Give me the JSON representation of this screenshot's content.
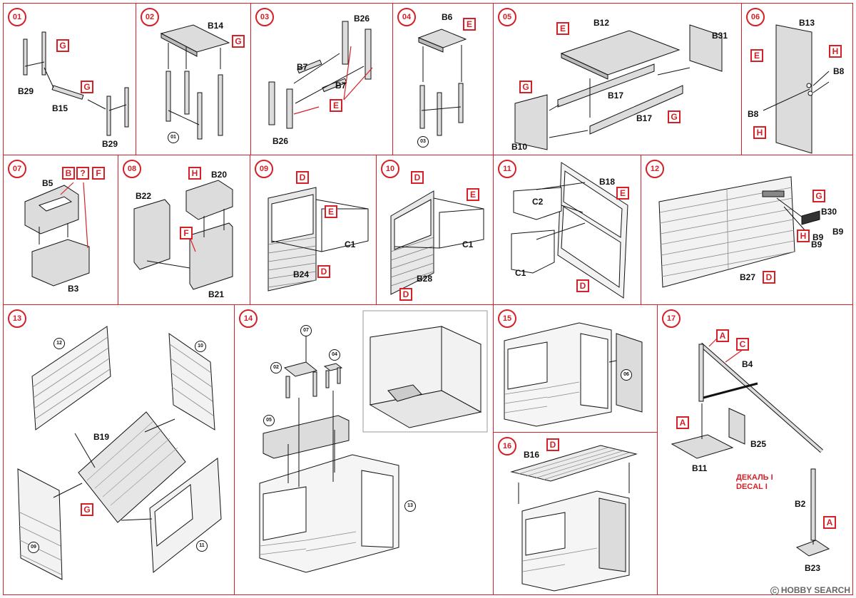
{
  "colors": {
    "accent": "#d62027",
    "ink": "#111111",
    "fill": "#dcdcdc"
  },
  "steps": [
    {
      "id": "01",
      "labels": [
        "B29",
        "B15",
        "B29"
      ],
      "boxes": [
        "G",
        "G"
      ]
    },
    {
      "id": "02",
      "labels": [
        "B14"
      ],
      "boxes": [
        "G"
      ],
      "refs": [
        "01"
      ]
    },
    {
      "id": "03",
      "labels": [
        "B26",
        "B7",
        "B7",
        "B26"
      ],
      "boxes": [
        "E"
      ]
    },
    {
      "id": "04",
      "labels": [
        "B6"
      ],
      "boxes": [
        "E"
      ],
      "refs": [
        "03"
      ]
    },
    {
      "id": "05",
      "labels": [
        "B12",
        "B31",
        "B17",
        "B17",
        "B10"
      ],
      "boxes": [
        "E",
        "G",
        "G"
      ]
    },
    {
      "id": "06",
      "labels": [
        "B13",
        "B8",
        "B8"
      ],
      "boxes": [
        "E",
        "H",
        "H"
      ]
    },
    {
      "id": "07",
      "labels": [
        "B5",
        "B3"
      ],
      "boxes": [
        "B",
        "?",
        "F"
      ]
    },
    {
      "id": "08",
      "labels": [
        "B20",
        "B22",
        "B21"
      ],
      "boxes": [
        "H",
        "F"
      ]
    },
    {
      "id": "09",
      "labels": [
        "C1",
        "B24"
      ],
      "boxes": [
        "D",
        "E",
        "D"
      ]
    },
    {
      "id": "10",
      "labels": [
        "C1",
        "B28"
      ],
      "boxes": [
        "D",
        "E",
        "D"
      ]
    },
    {
      "id": "11",
      "labels": [
        "B18",
        "C2",
        "C1"
      ],
      "boxes": [
        "E",
        "D"
      ]
    },
    {
      "id": "12",
      "labels": [
        "B30",
        "B9",
        "B9",
        "B9",
        "B27"
      ],
      "boxes": [
        "G",
        "H",
        "D"
      ]
    },
    {
      "id": "13",
      "labels": [
        "B19"
      ],
      "boxes": [
        "G"
      ],
      "refs": [
        "12",
        "10",
        "09",
        "11"
      ]
    },
    {
      "id": "14",
      "labels": [],
      "boxes": [],
      "refs": [
        "07",
        "02",
        "04",
        "05",
        "13"
      ]
    },
    {
      "id": "15",
      "labels": [],
      "boxes": [],
      "refs": [
        "06"
      ]
    },
    {
      "id": "16",
      "labels": [
        "B16"
      ],
      "boxes": [
        "D"
      ]
    },
    {
      "id": "17",
      "labels": [
        "B4",
        "B11",
        "B25",
        "B2",
        "B23"
      ],
      "boxes": [
        "A",
        "C",
        "A",
        "A"
      ],
      "decal": [
        "ДЕКАЛЬ I",
        "DECAL I"
      ]
    }
  ],
  "watermark": {
    "symbol": "C",
    "text": "HOBBY SEARCH"
  }
}
